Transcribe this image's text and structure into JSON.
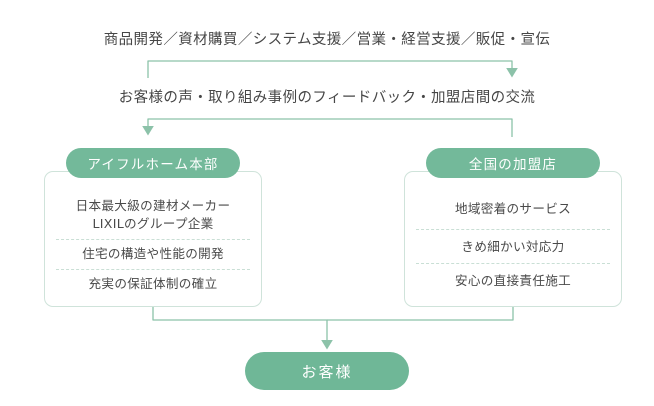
{
  "diagram": {
    "title_row": "商品開発／資材購買／システム支援／営業・経営支援／販促・宣伝",
    "feedback_row": "お客様の声・取り組み事例のフィードバック・加盟店間の交流",
    "colors": {
      "accent_green": "#73b99a",
      "customer_green": "#6fb797",
      "connector_line": "#8cc2a9",
      "panel_border": "#cfe3da",
      "divider_dashed": "#c9dfd5",
      "text": "#474747"
    },
    "panels": [
      {
        "id": "headquarters",
        "header": "アイフルホーム本部",
        "items": [
          "日本最大級の建材メーカー\nLIXILのグループ企業",
          "住宅の構造や性能の開発",
          "充実の保証体制の確立"
        ]
      },
      {
        "id": "franchise-stores",
        "header": "全国の加盟店",
        "items": [
          "地域密着のサービス",
          "きめ細かい対応力",
          "安心の直接責任施工"
        ]
      }
    ],
    "customer": "お客様",
    "arrows": [
      {
        "name": "hq-to-stores",
        "direction": "right-then-down"
      },
      {
        "name": "stores-to-hq",
        "direction": "left-then-down"
      },
      {
        "name": "both-to-customer",
        "direction": "merge-down"
      }
    ]
  }
}
